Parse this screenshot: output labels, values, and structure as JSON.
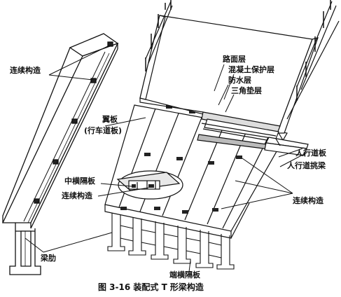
{
  "labels": {
    "lianxu_top": "连续构造",
    "yiban": "翼板",
    "xingchedaoban": "(行车道板)",
    "lumianceng": "路面层",
    "hunningtu": "混凝土保护层",
    "fangshuiceng": "防水层",
    "sanjiaodianceng": "三角垫层",
    "renxingdaoban": "人行道板",
    "renxingdaotiaoliang": "人行道挑梁",
    "zhonghenggeban": "中横隔板",
    "lianxu_mid": "连续构造",
    "lianxu_right": "连续构造",
    "duanhenggeban": "端横隔板",
    "lianglei": "梁肋"
  },
  "caption": "图 3-16   装配式 T 形梁构造"
}
